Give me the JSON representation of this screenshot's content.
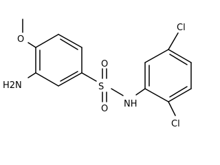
{
  "molecule": {
    "atoms": {
      "methoxy_o": "O",
      "amine": "H2N",
      "sulfur": "S",
      "sulfonyl_o_top": "O",
      "sulfonyl_o_bottom": "O",
      "nh": "NH",
      "cl_top": "Cl",
      "cl_bottom": "Cl"
    }
  },
  "colors": {
    "bond": "#000000",
    "text": "#000000",
    "background": "#ffffff"
  }
}
